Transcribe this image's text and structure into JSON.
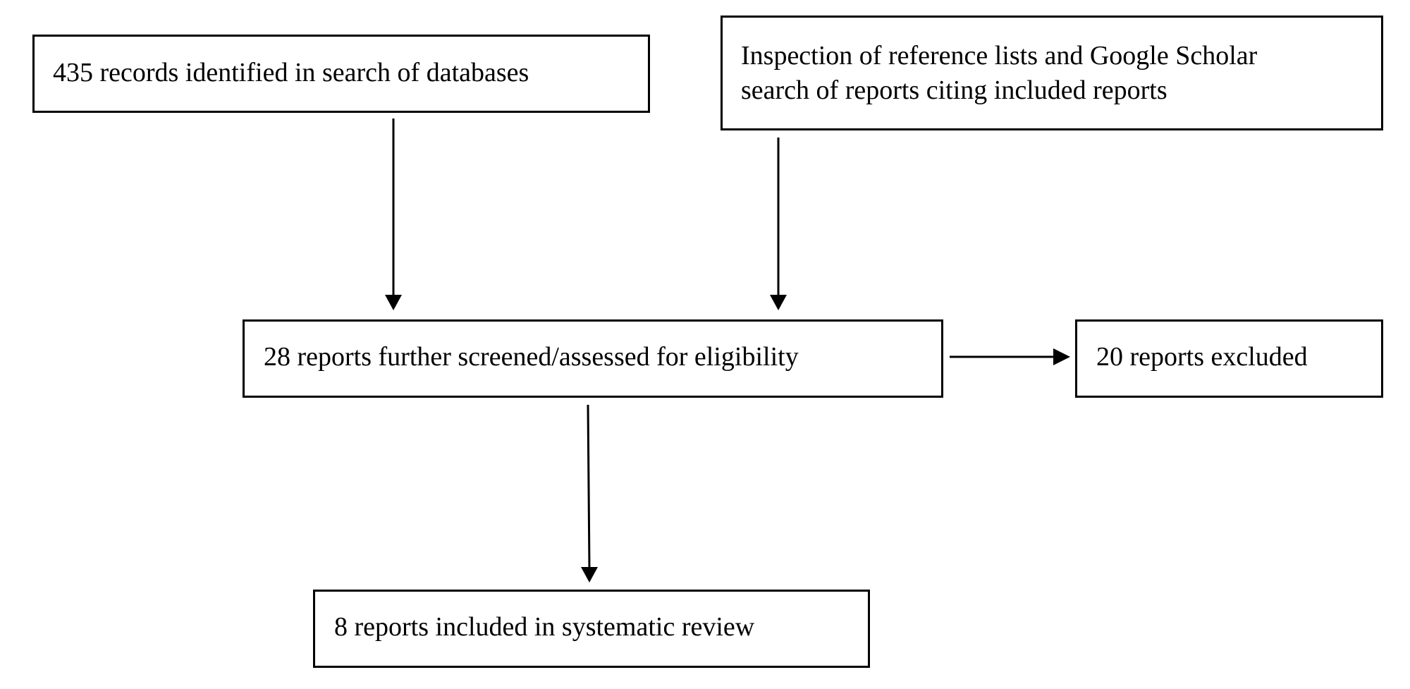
{
  "boxes": {
    "databases": "435 records identified in search of databases",
    "inspection_line1": "Inspection of reference lists and Google Scholar",
    "inspection_line2": "search of reports citing included reports",
    "screened": "28 reports further screened/assessed for eligibility",
    "excluded": "20 reports excluded",
    "included": "8 reports included in systematic review"
  },
  "colors": {
    "line": "#000000",
    "background": "#ffffff"
  }
}
